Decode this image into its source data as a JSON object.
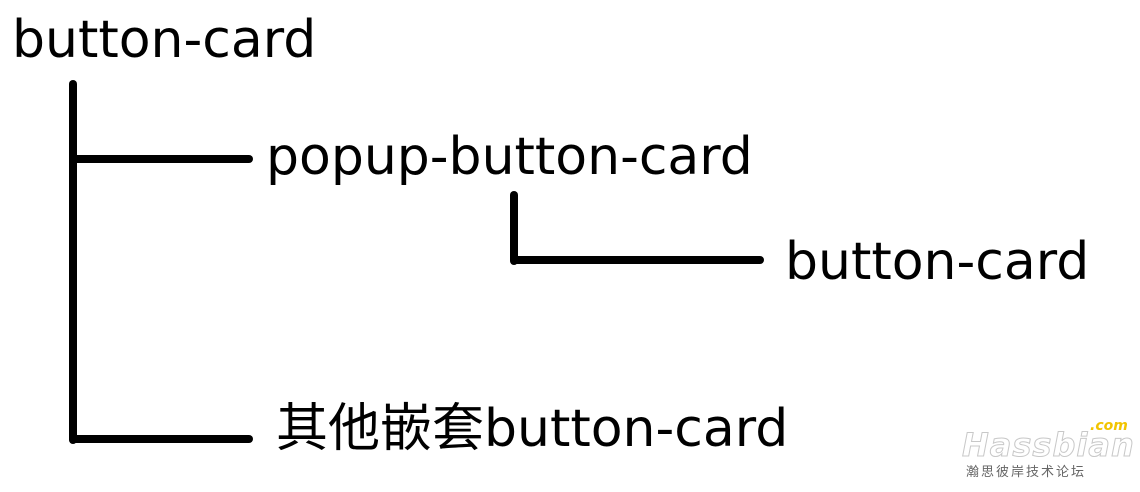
{
  "tree": {
    "root": "button-card",
    "popup": "popup-button-card",
    "popup_child": "button-card",
    "other": "其他嵌套button-card"
  },
  "watermark": {
    "com": ".com",
    "logo": "Hassbian",
    "subtitle": "瀚思彼岸技术论坛"
  },
  "colors": {
    "connector": "#000000",
    "text": "#000000",
    "watermark_accent": "#f2c400"
  }
}
